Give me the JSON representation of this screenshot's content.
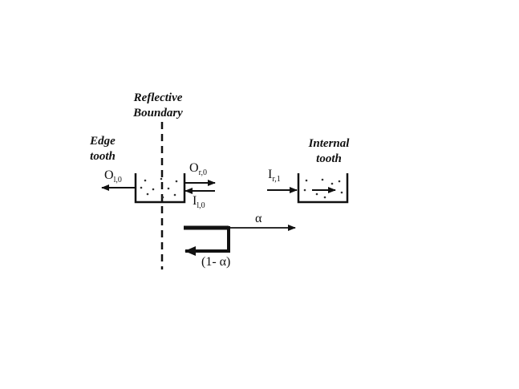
{
  "labels": {
    "reflective_line1": "Reflective",
    "reflective_line2": "Boundary",
    "edge_line1": "Edge",
    "edge_line2": "tooth",
    "internal_line1": "Internal",
    "internal_line2": "tooth",
    "o_l0_main": "O",
    "o_l0_sub": "l,0",
    "o_r0_main": "O",
    "o_r0_sub": "r,0",
    "i_l0_main": "I",
    "i_l0_sub": "l,0",
    "i_r1_main": "I",
    "i_r1_sub": "r,1",
    "alpha": "α",
    "one_minus_alpha": "(1- α)"
  }
}
